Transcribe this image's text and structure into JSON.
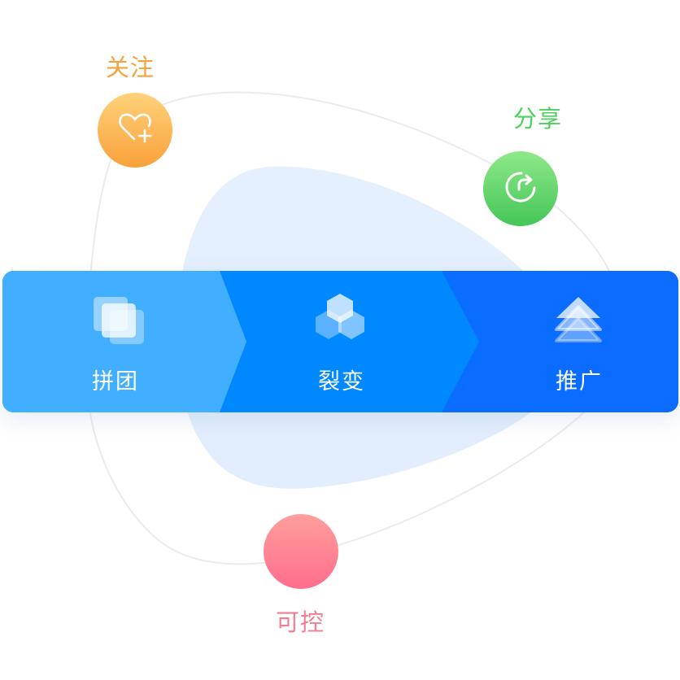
{
  "colors": {
    "follow": "#f5a23f",
    "share": "#4fcf5f",
    "control": "#f27e93",
    "step1": "#40aeff",
    "step2": "#0088ff",
    "step3": "#0b6cff",
    "blob": "#e2eefd",
    "outline": "#ebebeb"
  },
  "nodes": [
    {
      "id": "follow",
      "label": "关注",
      "icon": "heart-plus-icon"
    },
    {
      "id": "share",
      "label": "分享",
      "icon": "share-rotate-icon"
    },
    {
      "id": "control",
      "label": "可控",
      "icon": ""
    }
  ],
  "steps": [
    {
      "label": "拼团",
      "icon": "stacked-squares-icon"
    },
    {
      "label": "裂变",
      "icon": "hexagon-cluster-icon"
    },
    {
      "label": "推广",
      "icon": "stacked-arrows-up-icon"
    }
  ]
}
